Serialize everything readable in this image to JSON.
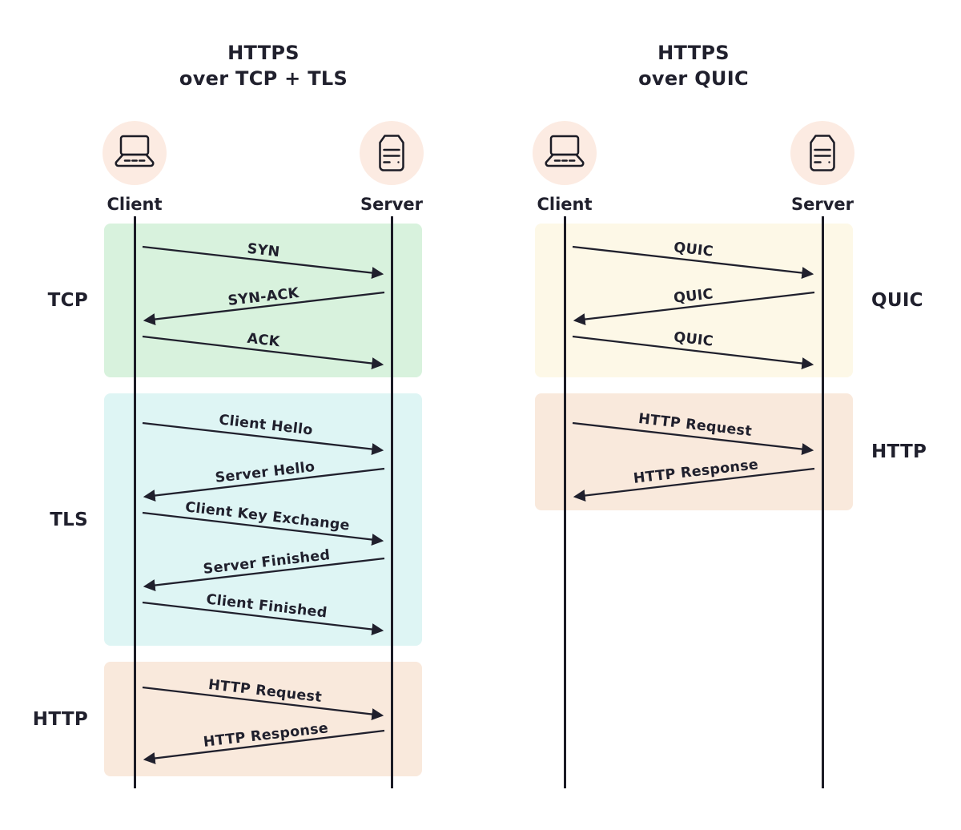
{
  "colors": {
    "background": "#ffffff",
    "text_dark": "#20202d",
    "line_dark": "#1c1c26",
    "avatar_circle": "#fcebe2",
    "tcp_panel": "#d8f2dd",
    "tls_panel": "#def5f4",
    "http_panel": "#f9e9dc",
    "quic_panel": "#fdf8e7"
  },
  "icons": {
    "client": "laptop-icon",
    "server": "server-icon"
  },
  "left_diagram": {
    "title_line1": "HTTPS",
    "title_line2": "over TCP + TLS",
    "client_label": "Client",
    "server_label": "Server",
    "sections": [
      {
        "label": "TCP",
        "messages": [
          {
            "label": "SYN",
            "from": "client",
            "to": "server"
          },
          {
            "label": "SYN-ACK",
            "from": "server",
            "to": "client"
          },
          {
            "label": "ACK",
            "from": "client",
            "to": "server"
          }
        ]
      },
      {
        "label": "TLS",
        "messages": [
          {
            "label": "Client Hello",
            "from": "client",
            "to": "server"
          },
          {
            "label": "Server Hello",
            "from": "server",
            "to": "client"
          },
          {
            "label": "Client Key Exchange",
            "from": "client",
            "to": "server"
          },
          {
            "label": "Server Finished",
            "from": "server",
            "to": "client"
          },
          {
            "label": "Client Finished",
            "from": "client",
            "to": "server"
          }
        ]
      },
      {
        "label": "HTTP",
        "messages": [
          {
            "label": "HTTP Request",
            "from": "client",
            "to": "server"
          },
          {
            "label": "HTTP Response",
            "from": "server",
            "to": "client"
          }
        ]
      }
    ]
  },
  "right_diagram": {
    "title_line1": "HTTPS",
    "title_line2": "over QUIC",
    "client_label": "Client",
    "server_label": "Server",
    "sections": [
      {
        "label": "QUIC",
        "messages": [
          {
            "label": "QUIC",
            "from": "client",
            "to": "server"
          },
          {
            "label": "QUIC",
            "from": "server",
            "to": "client"
          },
          {
            "label": "QUIC",
            "from": "client",
            "to": "server"
          }
        ]
      },
      {
        "label": "HTTP",
        "messages": [
          {
            "label": "HTTP Request",
            "from": "client",
            "to": "server"
          },
          {
            "label": "HTTP Response",
            "from": "server",
            "to": "client"
          }
        ]
      }
    ]
  }
}
